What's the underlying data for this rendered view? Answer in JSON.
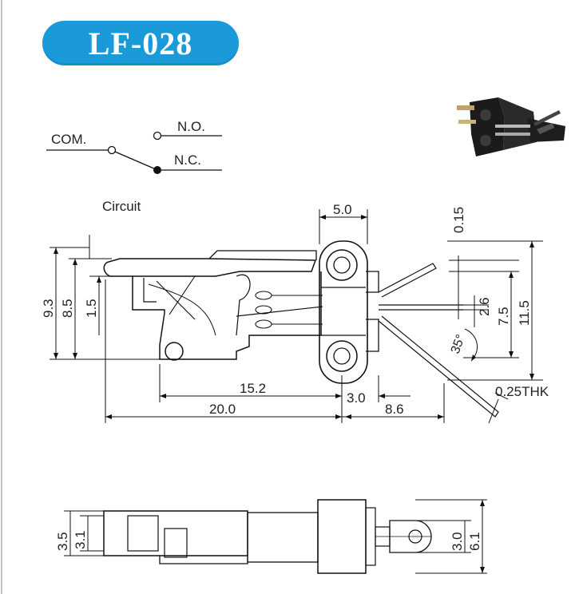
{
  "header": {
    "title": "LF-028",
    "accent_color": "#1a9ad8"
  },
  "circuit": {
    "com_label": "COM.",
    "no_label": "N.O.",
    "nc_label": "N.C.",
    "caption": "Circuit"
  },
  "dimensions": {
    "d_5_0": "5.0",
    "d_0_15": "0.15",
    "d_9_3": "9.3",
    "d_8_5": "8.5",
    "d_1_5": "1.5",
    "d_2_6": "2.6",
    "d_7_5": "7.5",
    "d_11_5": "11.5",
    "d_35": "35°",
    "d_15_2": "15.2",
    "d_3_0_h": "3.0",
    "d_0_25thk": "0.25THK",
    "d_20_0": "20.0",
    "d_8_6": "8.6",
    "d_3_5": "3.5",
    "d_3_1": "3.1",
    "d_3_0_v": "3.0",
    "d_6_1": "6.1"
  }
}
